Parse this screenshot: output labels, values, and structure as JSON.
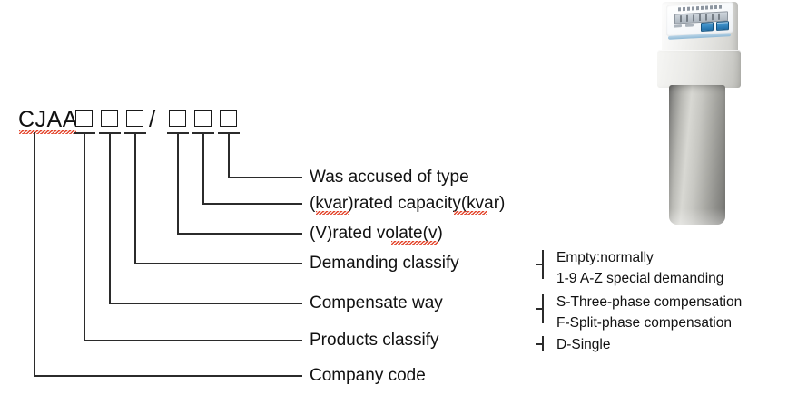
{
  "diagram": {
    "title_code_prefix": "CJAA-",
    "separator": "/",
    "box_count": 6,
    "labels": [
      {
        "id": "was-accused-of-type",
        "text": "Was accused of type"
      },
      {
        "id": "rated-capacity",
        "text": "(kvar)rated capacity(kvar)"
      },
      {
        "id": "rated-volate",
        "text": "(V)rated volate(v)"
      },
      {
        "id": "demanding-classify",
        "text": "Demanding classify"
      },
      {
        "id": "compensate-way",
        "text": "Compensate way"
      },
      {
        "id": "products-classify",
        "text": "Products classify"
      },
      {
        "id": "company-code",
        "text": "Company code"
      }
    ]
  },
  "notes": {
    "group_demanding": {
      "line1": "Empty:normally",
      "line2": "1-9 A-Z special demanding"
    },
    "group_compensate": {
      "line1": "S-Three-phase compensation",
      "line2": "F-Split-phase compensation"
    },
    "group_products": {
      "line1": "D-Single"
    }
  },
  "product_image": {
    "alt": "capacitor compensation device photo"
  },
  "colors": {
    "line": "#2b2b2b",
    "text": "#111111",
    "spellcheck": "#e23c22",
    "accent_blue": "#1f6ea8",
    "background": "#ffffff"
  }
}
